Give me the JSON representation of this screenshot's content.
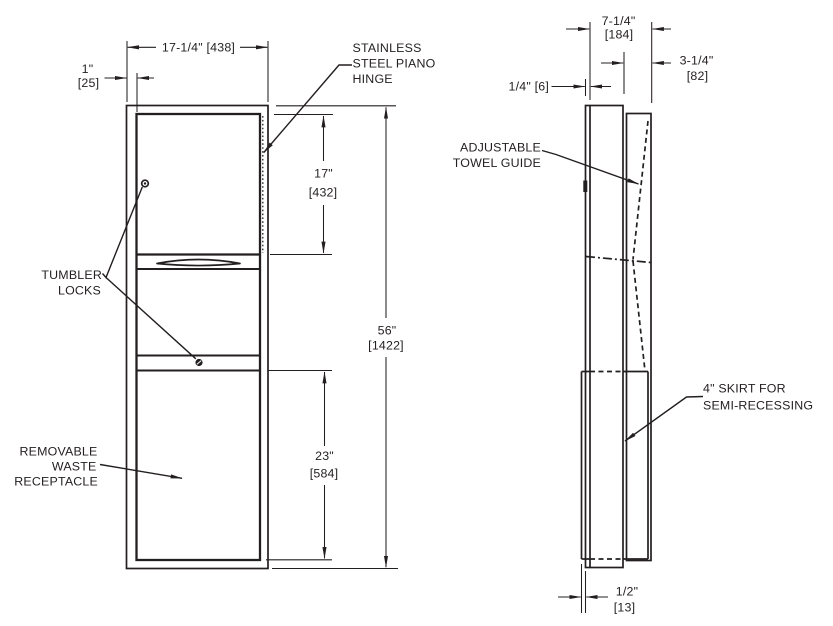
{
  "colors": {
    "line": "#231f20",
    "background": "#ffffff"
  },
  "front_view": {
    "labels": {
      "hinge": [
        "STAINLESS",
        "STEEL PIANO",
        "HINGE"
      ],
      "locks": [
        "TUMBLER",
        "LOCKS"
      ],
      "waste": [
        "REMOVABLE",
        "WASTE",
        "RECEPTACLE"
      ]
    },
    "dims": {
      "overall_width": "17-1/4\" [438]",
      "frame_inset_in": "1\"",
      "frame_inset_mm": "[25]",
      "upper_door_in": "17\"",
      "upper_door_mm": "[432]",
      "overall_height_in": "56\"",
      "overall_height_mm": "[1422]",
      "waste_door_in": "23\"",
      "waste_door_mm": "[584]"
    }
  },
  "side_view": {
    "labels": {
      "towel_guide": [
        "ADJUSTABLE",
        "TOWEL GUIDE"
      ],
      "skirt": [
        "4\" SKIRT FOR",
        "SEMI-RECESSING"
      ]
    },
    "dims": {
      "depth_in": "7-1/4\"",
      "depth_mm": "[184]",
      "door_projection_in": "3-1/4\"",
      "door_projection_mm": "[82]",
      "flange": "1/4\" [6]",
      "skirt_offset_in": "1/2\"",
      "skirt_offset_mm": "[13]"
    }
  }
}
